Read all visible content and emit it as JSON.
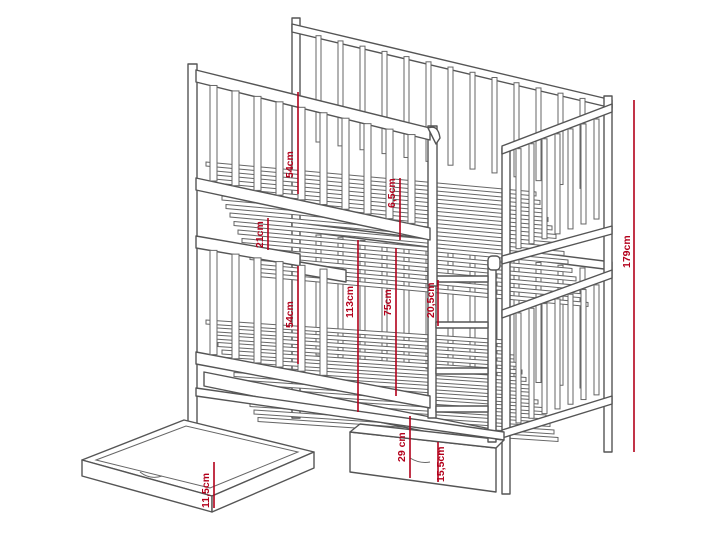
{
  "diagram": {
    "subject": "bunk bed with drawer",
    "accent_color": "#b3001b",
    "line_color": "#555555",
    "dimensions": {
      "upper_guard": "54cm",
      "upper_rail_offset": "6,5cm",
      "lower_rail_gap": "21cm",
      "lower_guard": "54cm",
      "bed_height": "113cm",
      "under_upper": "75cm",
      "ladder_step": "20,5cm",
      "total_height": "179cm",
      "drawer_clearance": "29 cm",
      "drawer_height_front": "15,5cm",
      "drawer_height_loose": "11,5cm"
    }
  }
}
